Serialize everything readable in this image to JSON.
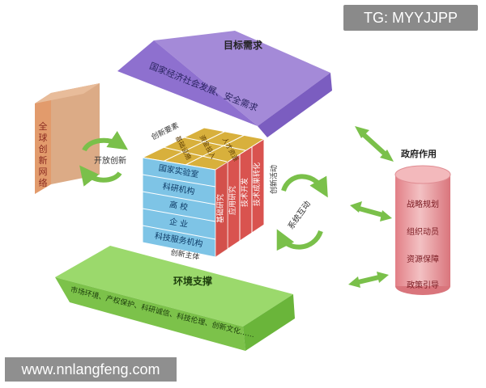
{
  "watermark_top": "TG: MYYJJPP",
  "watermark_bottom": "www.nnlangfeng.com",
  "colors": {
    "roof": "#9b7fd6",
    "global_box": "#d9a074",
    "cube_top": "#d8b03c",
    "cube_front": "#7ec4e6",
    "cube_right": "#d9534f",
    "platform": "#86cf5a",
    "cylinder": "#e9a2a6",
    "arrow": "#7ac04a"
  },
  "diagram": {
    "target_demand": {
      "title": "目标需求",
      "subtitle": "国家经济社会发展、安全需求"
    },
    "global_network": {
      "label_chars": [
        "全",
        "球",
        "创",
        "新",
        "网",
        "络"
      ]
    },
    "open_innovation_label": "开放创新",
    "cube": {
      "top_label": "创新要素",
      "top_items": [
        "人才资源",
        "资金投入",
        "基础设施"
      ],
      "front_rows": [
        "国家实验室",
        "科研机构",
        "高  校",
        "企  业",
        "科技服务机构"
      ],
      "front_label": "创新主体",
      "right_label": "创新活动",
      "right_columns": [
        "基础研究",
        "应用研究",
        "技术开发",
        "技术成果转化"
      ]
    },
    "system_label": "系统互动",
    "government": {
      "title": "政府作用",
      "items": [
        "战略规划",
        "组织动员",
        "资源保障",
        "政策引导"
      ]
    },
    "environment": {
      "title": "环境支撑",
      "subtitle": "市场环境、产权保护、科研诚信、科技伦理、创新文化……"
    }
  }
}
